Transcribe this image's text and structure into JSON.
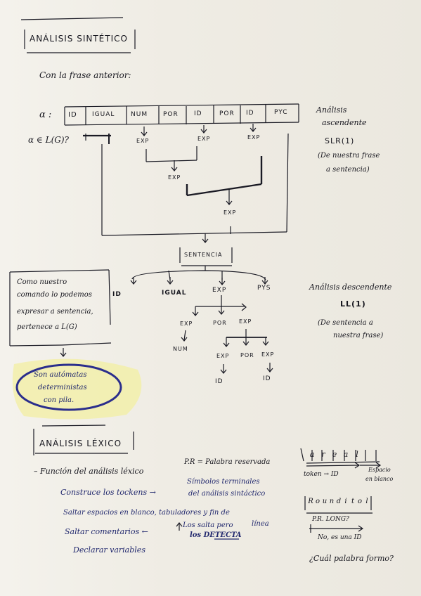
{
  "sintactico": {
    "title": "ANÁLISIS SINTÉTICO",
    "intro": "Con la frase anterior:",
    "alpha": "α :",
    "tokens": [
      "ID",
      "IGUAL",
      "NUM",
      "POR",
      "ID",
      "POR",
      "ID",
      "PYC"
    ],
    "lang_q": "α ∈ L(G)?",
    "ascendente": {
      "title1": "Análisis",
      "title2": "ascendente",
      "method": "SLR(1)",
      "note1": "(De nuestra frase",
      "note2": "a sentencia)"
    },
    "exp_label": "EXP",
    "sentencia": "SENTENCIA",
    "tree_top": [
      "ID",
      "IGUAL",
      "EXP",
      "PYS"
    ],
    "tree_mid": [
      "EXP",
      "POR",
      "EXP"
    ],
    "tree_low": [
      "EXP",
      "POR",
      "EXP"
    ],
    "num": "NUM",
    "id_leaf": "ID",
    "box_note": [
      "Como nuestro",
      "comando lo podemos",
      "expresar a sentencia,",
      "pertenece a L(G)"
    ],
    "circle_note": [
      "Son autómatas",
      "deterministas",
      "con pila."
    ],
    "descendente": {
      "title1": "Análisis descendente",
      "method": "LL(1)",
      "note1": "(De sentencia a",
      "note2": "nuestra frase)"
    }
  },
  "lexico": {
    "title": "ANÁLISIS LÉXICO",
    "bullet": "– Función del análisis léxico",
    "pr_note": "P.R = Palabra reservada",
    "items": [
      {
        "main": "Construce los tockens →",
        "side": "Símbolos terminales",
        "side2": "del análisis sintáctico"
      },
      {
        "main": "Saltar espacios en blanco, tabuladores y fin de",
        "side": "línea"
      },
      {
        "main": "Saltar comentarios ←",
        "side": "Los salta pero",
        "side2": "los DETECTA"
      },
      {
        "main": "Declarar variables"
      }
    ],
    "tape1": {
      "cells": [
        "a",
        "r",
        "e",
        "a",
        "l"
      ],
      "below_left": "token → ID",
      "below_right1": "Espacio",
      "below_right2": "en blanco"
    },
    "tape2": {
      "cells": [
        "R",
        "o",
        "u",
        "n",
        "d",
        "i",
        "t",
        "o",
        "l"
      ],
      "q": "P.R. LONG?",
      "a": "No, es una ID"
    },
    "question": "¿Cuál palabra formo?"
  }
}
